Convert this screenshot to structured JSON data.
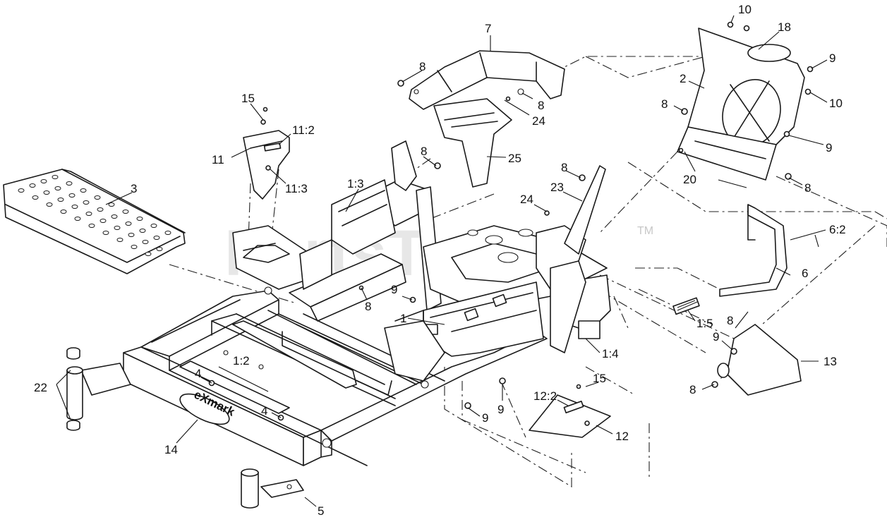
{
  "watermark": {
    "text": "PartsTree",
    "trademark": "TM"
  },
  "brand_logo": "eXmark",
  "callouts": {
    "c7": "7",
    "c10a": "10",
    "c18": "18",
    "c9a": "9",
    "c2": "2",
    "c10b": "10",
    "c8a": "8",
    "c8b": "8",
    "c24a": "24",
    "c8c": "8",
    "c9b": "9",
    "c15a": "15",
    "c11_2": "11:2",
    "c11": "11",
    "c11_3": "11:3",
    "c8d": "8",
    "c25": "25",
    "c20": "20",
    "c8e": "8",
    "c3": "3",
    "c1_3": "1:3",
    "c8f": "8",
    "c23": "23",
    "c24b": "24",
    "c6_2": "6:2",
    "c9c": "9",
    "c8g": "8",
    "c6": "6",
    "c1": "1",
    "c1_5": "1:5",
    "c8h": "8",
    "c9d": "9",
    "c1_4": "1:4",
    "c13": "13",
    "c1_2": "1:2",
    "c15b": "15",
    "c22": "22",
    "c4a": "4",
    "c4b": "4",
    "c12_2": "12:2",
    "c8i": "8",
    "c9e": "9",
    "c9f": "9",
    "c12": "12",
    "c14": "14",
    "c5": "5"
  }
}
